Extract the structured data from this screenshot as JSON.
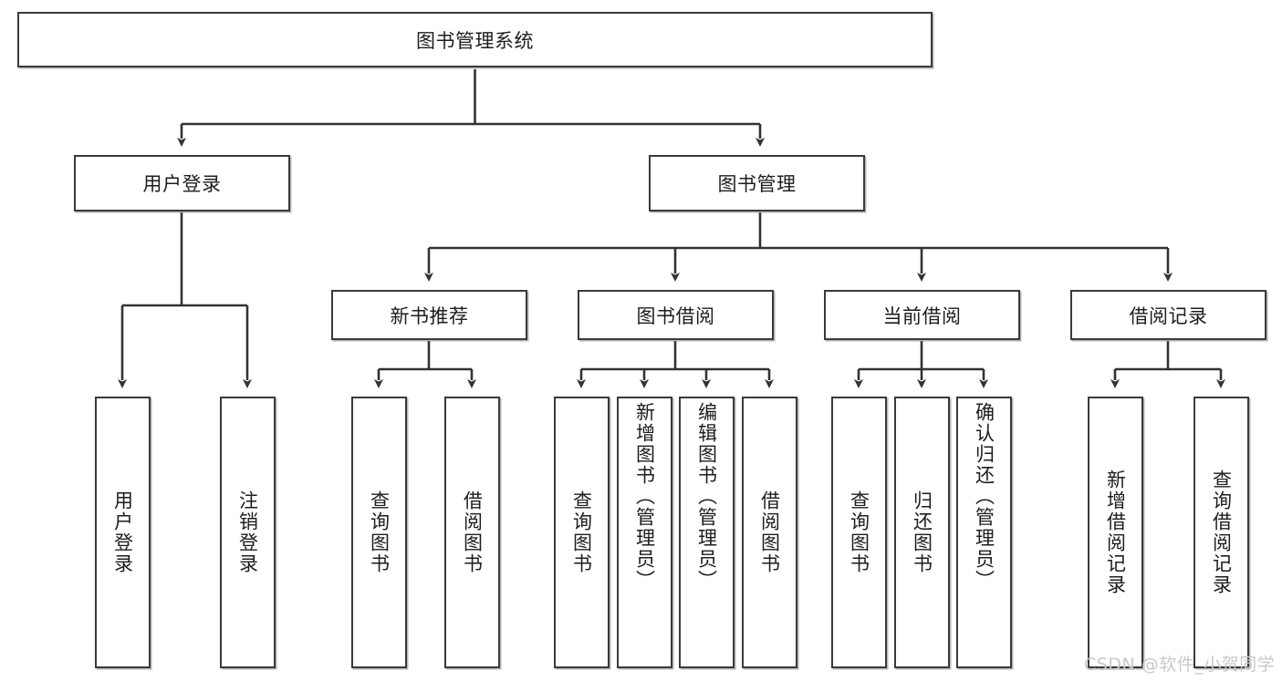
{
  "diagram": {
    "type": "hierarchy-tree",
    "title": "图书管理系统",
    "colors": {
      "box_border": "#3a3a3a",
      "box_fill": "#ffffff",
      "connector": "#333333",
      "background": "#ffffff",
      "watermark": "#c9c9c9"
    },
    "levels": {
      "level1": {
        "root": {
          "label": "图书管理系统"
        }
      },
      "level2": [
        {
          "label": "用户登录"
        },
        {
          "label": "图书管理"
        }
      ],
      "level3": [
        {
          "label": "新书推荐"
        },
        {
          "label": "图书借阅"
        },
        {
          "label": "当前借阅"
        },
        {
          "label": "借阅记录"
        }
      ],
      "level4": {
        "user_login_children": [
          {
            "label": "用户登录"
          },
          {
            "label": "注销登录"
          }
        ],
        "new_book_children": [
          {
            "label": "查询图书"
          },
          {
            "label": "借阅图书"
          }
        ],
        "book_borrow_children": [
          {
            "label": "查询图书"
          },
          {
            "label": "新增图书（管理员）"
          },
          {
            "label": "编辑图书（管理员）"
          },
          {
            "label": "借阅图书"
          }
        ],
        "current_borrow_children": [
          {
            "label": "查询图书"
          },
          {
            "label": "归还图书"
          },
          {
            "label": "确认归还（管理员）"
          }
        ],
        "borrow_record_children": [
          {
            "label": "新增借阅记录"
          },
          {
            "label": "查询借阅记录"
          }
        ]
      }
    },
    "edges": [
      {
        "from": "图书管理系统",
        "to": "用户登录"
      },
      {
        "from": "图书管理系统",
        "to": "图书管理"
      },
      {
        "from": "用户登录",
        "to": "用户登录"
      },
      {
        "from": "用户登录",
        "to": "注销登录"
      },
      {
        "from": "图书管理",
        "to": "新书推荐"
      },
      {
        "from": "图书管理",
        "to": "图书借阅"
      },
      {
        "from": "图书管理",
        "to": "当前借阅"
      },
      {
        "from": "图书管理",
        "to": "借阅记录"
      },
      {
        "from": "新书推荐",
        "to": "查询图书"
      },
      {
        "from": "新书推荐",
        "to": "借阅图书"
      },
      {
        "from": "图书借阅",
        "to": "查询图书"
      },
      {
        "from": "图书借阅",
        "to": "新增图书（管理员）"
      },
      {
        "from": "图书借阅",
        "to": "编辑图书（管理员）"
      },
      {
        "from": "图书借阅",
        "to": "借阅图书"
      },
      {
        "from": "当前借阅",
        "to": "查询图书"
      },
      {
        "from": "当前借阅",
        "to": "归还图书"
      },
      {
        "from": "当前借阅",
        "to": "确认归还（管理员）"
      },
      {
        "from": "借阅记录",
        "to": "新增借阅记录"
      },
      {
        "from": "借阅记录",
        "to": "查询借阅记录"
      }
    ]
  },
  "watermark": {
    "text": "CSDN @软件_小贺同学"
  }
}
